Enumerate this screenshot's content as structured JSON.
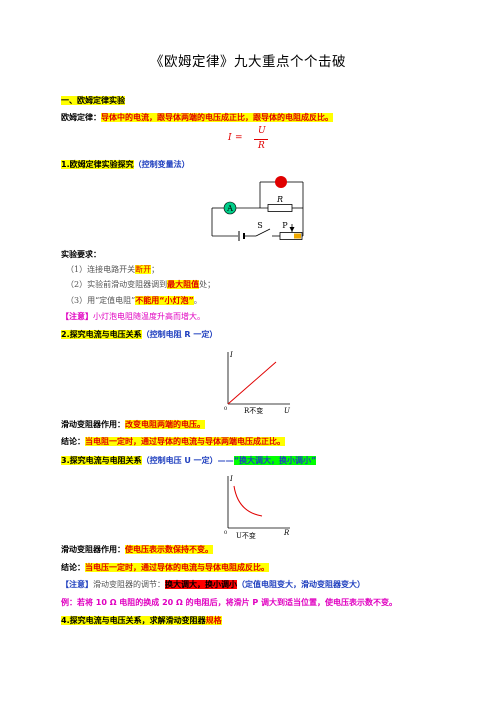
{
  "title": "《欧姆定律》九大重点个个击破",
  "section1": {
    "heading": "一、欧姆定律实验",
    "law_label": "欧姆定律：",
    "law_text": "导体中的电流，跟导体两端的电压成正比，跟导体的电阻成反比。",
    "formula": {
      "lhs": "I",
      "eq": "=",
      "num": "U",
      "den": "R"
    }
  },
  "item1": {
    "title": "1.欧姆定律实验探究",
    "note": "（控制变量法）",
    "circuit": {
      "ammeter": "A",
      "resistor": "R",
      "switch": "S",
      "slider": "P"
    }
  },
  "requirements": {
    "heading": "实验要求：",
    "items": [
      {
        "prefix": "（1）连接电路开关",
        "em": "断开",
        "suffix": "；"
      },
      {
        "prefix": "（2）实验前滑动变阻器调到",
        "em": "最大阻值",
        "suffix": "处；"
      },
      {
        "prefix": "（3）用“定值电阻”",
        "em": "不能用“小灯泡”",
        "suffix": "。"
      }
    ],
    "note_label": "【注意】",
    "note_text": "小灯泡电阻随温度升高而增大。"
  },
  "item2": {
    "title": "2.探究电流与电压关系",
    "note": "（控制电阻 R 一定）",
    "graph": {
      "y_label": "I",
      "x_label": "U",
      "origin": "0",
      "caption": "R不变"
    },
    "rheostat_label": "滑动变阻器作用：",
    "rheostat_text": "改变电阻两端的电压。",
    "conclusion_label": "结论：",
    "conclusion_text": "当电阻一定时，通过导体的电流与导体两端电压成正比。"
  },
  "item3": {
    "title": "3.探究电流与电阻关系",
    "note": "（控制电压 U 一定）——",
    "tag": "“换大调大，换小调小”",
    "graph": {
      "y_label": "I",
      "x_label": "R",
      "origin": "0",
      "caption": "U不变"
    },
    "rheostat_label": "滑动变阻器作用：",
    "rheostat_text": "使电压表示数保持不变。",
    "conclusion_label": "结论：",
    "conclusion_text": "当电压一定时，通过导体的电流与导体电阻成反比。",
    "note_label": "【注意】",
    "note_text": "滑动变阻器的调节：",
    "note_em": "换大调大，换小调小",
    "note_tail": "（定值电阻变大，滑动变阻器变大）",
    "example": "例：若将 10 Ω 电阻的换成 20 Ω 的电阻后，将滑片 P 调大到适当位置，使电压表示数不变。"
  },
  "item4": {
    "title": "4.探究电流与电压关系，求解滑动变阻器",
    "title_em": "规格"
  },
  "colors": {
    "highlight_yellow": "#ffff00",
    "highlight_green": "#00ff00",
    "highlight_red": "#ff0000",
    "text_red": "#e00000",
    "text_blue": "#1f3fbf",
    "text_magenta": "#e000c0"
  }
}
